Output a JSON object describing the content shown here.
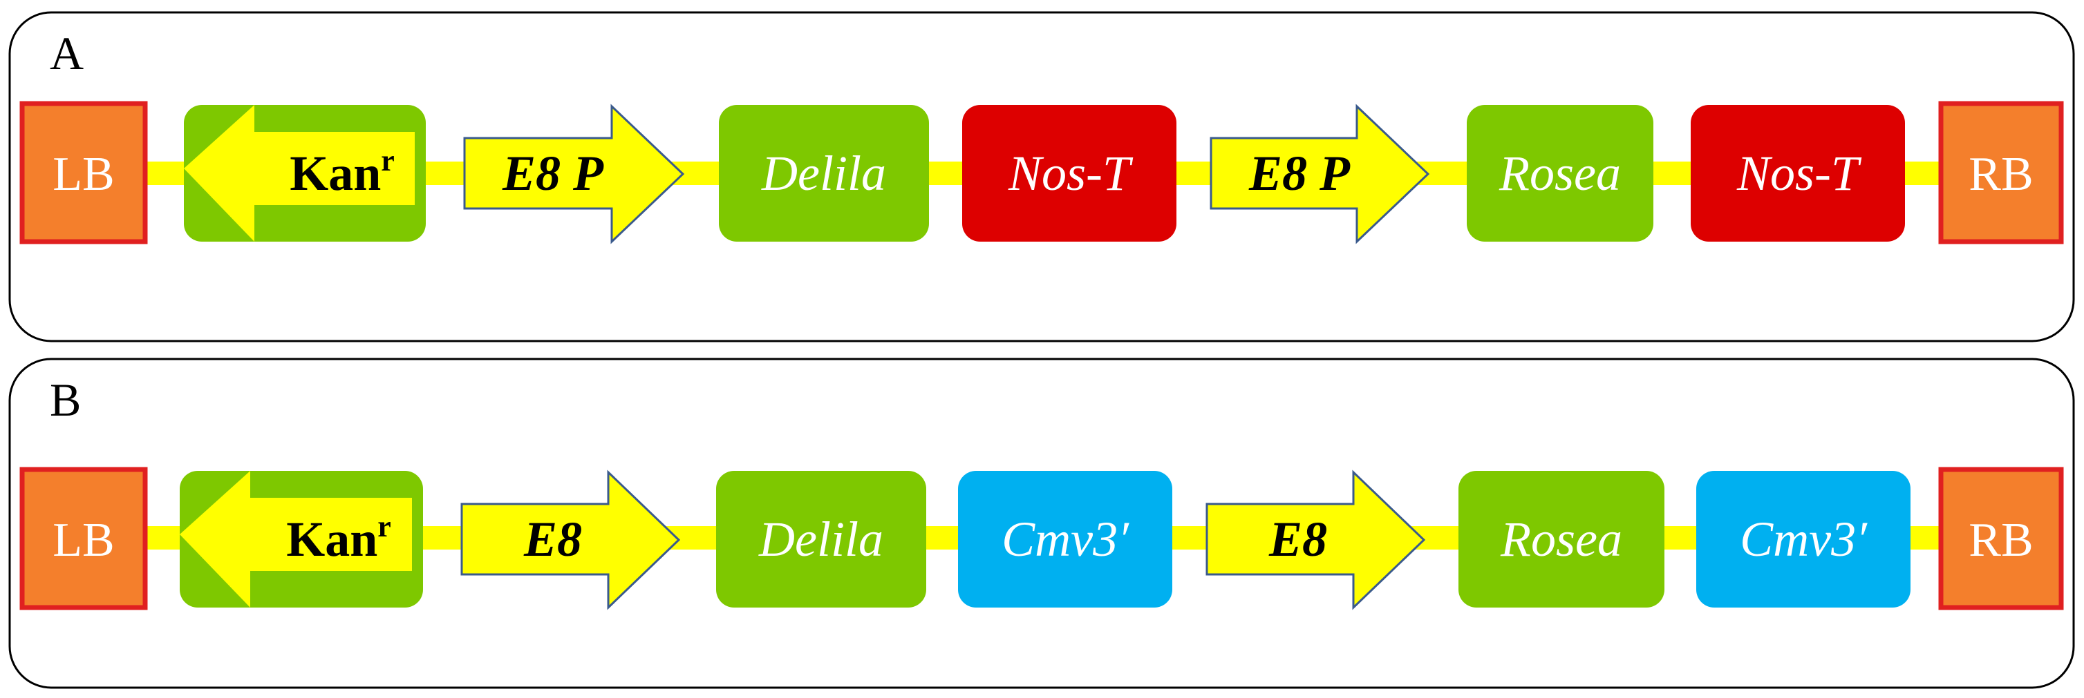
{
  "panels": [
    {
      "label": "A",
      "elements": {
        "left_border": "LB",
        "marker": {
          "text": "Kan",
          "sup": "r"
        },
        "promoter_1": "E8 P",
        "gene_1": "Delila",
        "terminator_1": "Nos-T",
        "promoter_2": "E8 P",
        "gene_2": "Rosea",
        "terminator_2": "Nos-T",
        "right_border": "RB"
      },
      "terminator_color": "#dd0000"
    },
    {
      "label": "B",
      "elements": {
        "left_border": "LB",
        "marker": {
          "text": "Kan",
          "sup": "r"
        },
        "promoter_1": "E8",
        "gene_1": "Delila",
        "terminator_1": "Cmv3′",
        "promoter_2": "E8",
        "gene_2": "Rosea",
        "terminator_2": "Cmv3′",
        "right_border": "RB"
      },
      "terminator_color": "#00b0f0"
    }
  ],
  "colors": {
    "border_fill": "#f47f2c",
    "border_stroke": "#e02020",
    "gene_fill": "#7ec800",
    "promoter_fill": "#ffff00",
    "promoter_stroke": "#3a5a8c",
    "backbone": "#ffff00",
    "panel_stroke": "#000000"
  }
}
